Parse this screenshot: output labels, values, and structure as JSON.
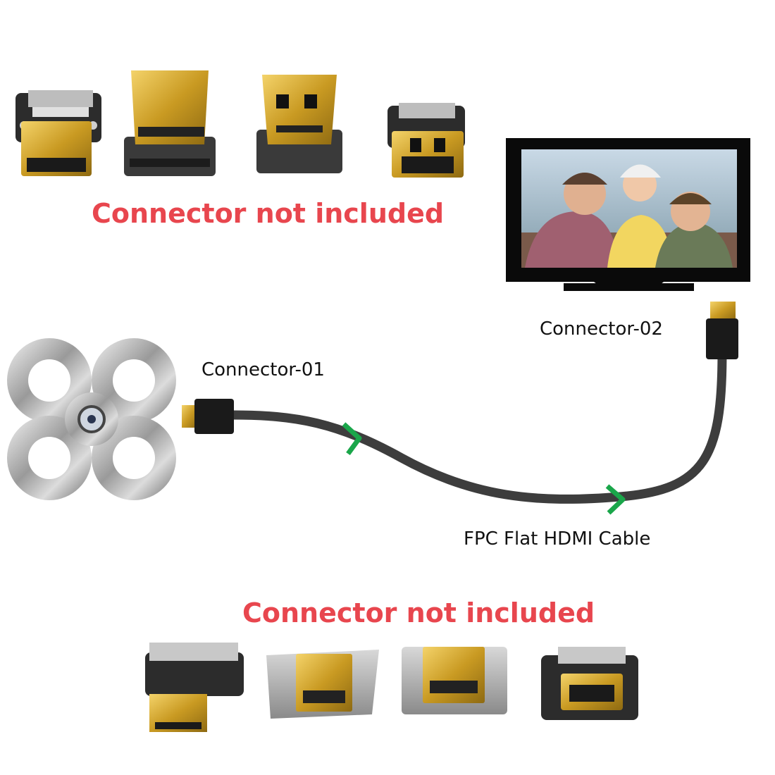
{
  "top_notice": "Connector not included",
  "bottom_notice": "Connector not included",
  "labels": {
    "connector_01": "Connector-01",
    "connector_02": "Connector-02",
    "cable": "FPC Flat HDMI Cable"
  },
  "colors": {
    "notice": "#e8464e",
    "cable": "#3d3d3d",
    "arrow": "#1aa64a",
    "gold": "#d4a72c",
    "pcb": "#2b2b2b"
  }
}
